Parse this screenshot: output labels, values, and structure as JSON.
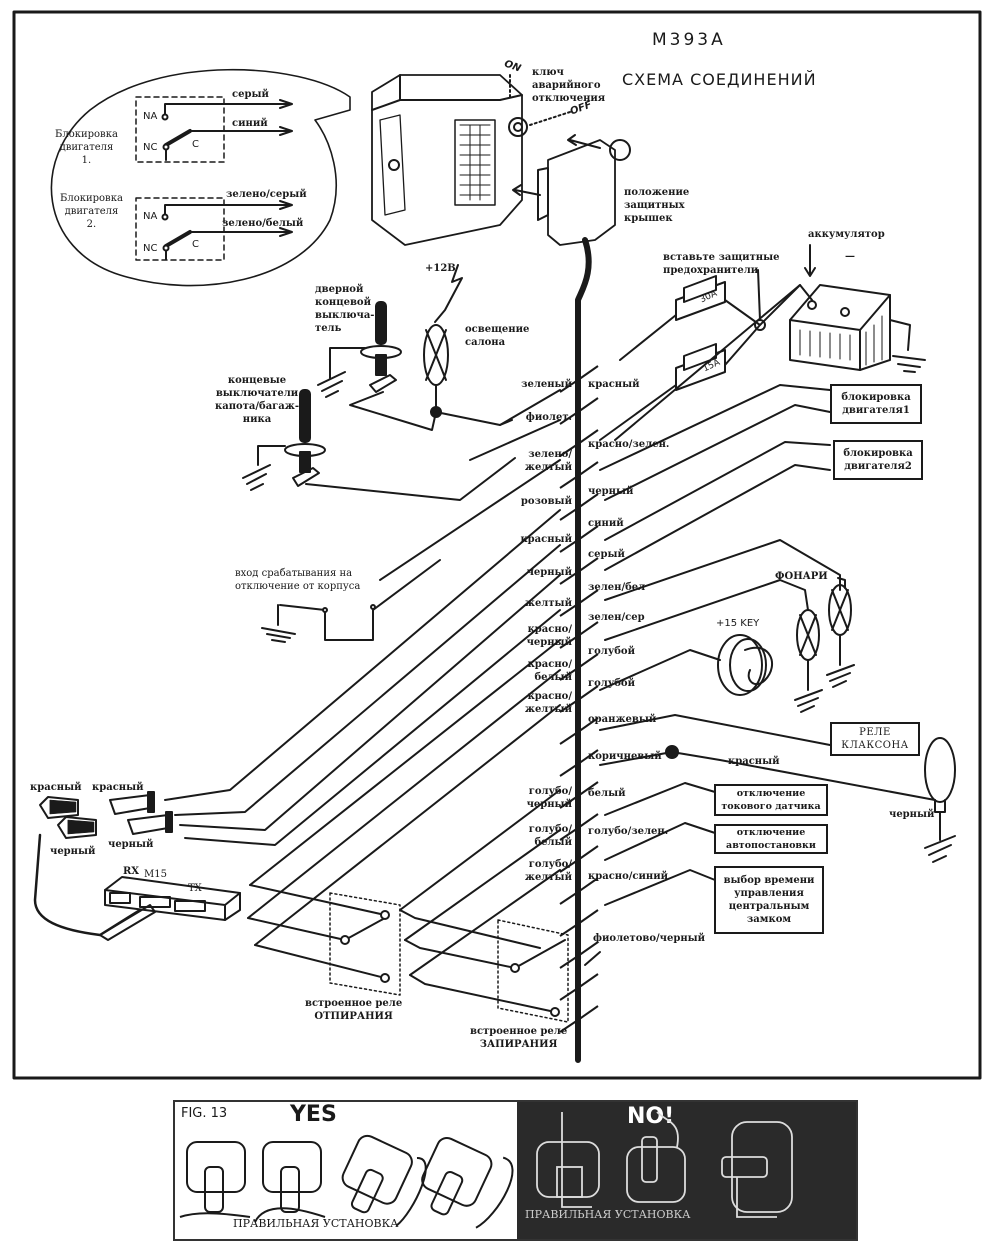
{
  "header": {
    "model": "M393A",
    "title": "СХЕМА СОЕДИНЕНИЙ"
  },
  "relay_inset": {
    "block1_label": "Блокировка\nдвигателя\n1.",
    "block2_label": "Блокировка\nдвигателя\n2.",
    "contact_na": "NA",
    "contact_nc": "NC",
    "contact_c": "C",
    "block1_wires": [
      "серый",
      "синий"
    ],
    "block2_wires": [
      "зелено/серый",
      "зелено/белый"
    ]
  },
  "main_unit": {
    "key_label": "ключ\nаварийного\nотключения",
    "key_on": "ON",
    "key_off": "OFF",
    "covers_label": "положение\nзащитных\nкрышек"
  },
  "components": {
    "plus12": "+12В",
    "door_switch": "дверной\nконцевой\nвыключа-\nтель",
    "interior_light": "освещение\nсалона",
    "hood_switch": "концевые\nвыключатели\nкапота/багаж-\nника",
    "fuses_label": "вставьте защитные\nпредохранители",
    "fuse_30": "30A",
    "fuse_15": "15A",
    "battery": "аккумулятор",
    "battery_minus": "—",
    "ground_input": "вход срабатывания на\nотключение от корпуса",
    "lights": "ФОНАРИ",
    "ignition": "+15 KEY",
    "horn_wire_red": "красный",
    "horn_wire_black": "черный",
    "module": "M15",
    "module_rx": "RX",
    "module_tx": "TX",
    "connector_red1": "красный",
    "connector_red2": "красный",
    "connector_black1": "черный",
    "connector_black2": "черный",
    "unlock_relay": "встроенное реле\nОТПИРАНИЯ",
    "lock_relay": "встроенное реле\nЗАПИРАНИЯ"
  },
  "boxes": {
    "engine_block1": "блокировка\nдвигателя1",
    "engine_block2": "блокировка\nдвигателя2",
    "horn_relay": "РЕЛЕ\nКЛАКСОНА",
    "current_sensor": "отключение\nтокового датчика",
    "autoarm": "отключение\nавтопостановки",
    "central_lock": "выбор времени\nуправления\nцентральным\nзамком"
  },
  "harness": {
    "left_wires": [
      "зеленый",
      "фиолет.",
      "зелено/\nжелтый",
      "розовый",
      "красный",
      "черный",
      "желтый",
      "красно/\nчерный",
      "красно/\nбелый",
      "красно/\nжелтый",
      "голубо/\nчерный",
      "голубо/\nбелый",
      "голубо/\nжелтый"
    ],
    "right_wires": [
      "красный",
      "красно/зелен.",
      "черный",
      "синий",
      "серый",
      "зелен/бел",
      "зелен/сер",
      "голубой",
      "голубой",
      "оранжевый",
      "коричневый",
      "белый",
      "голубо/зелен.",
      "красно/синий",
      "фиолетово/черный"
    ]
  },
  "figure": {
    "label": "FIG. 13",
    "yes": "YES",
    "no": "NO!",
    "caption_yes": "ПРАВИЛЬНАЯ УСТАНОВКА",
    "caption_no": "ПРАВИЛЬНАЯ УСТАНОВКА"
  }
}
